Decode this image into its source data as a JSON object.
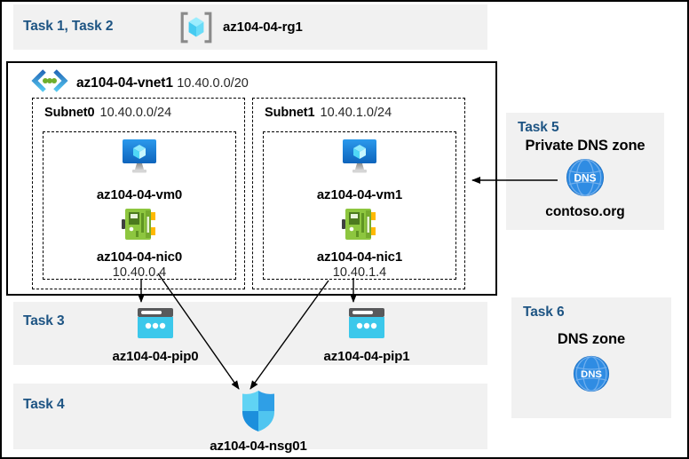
{
  "page": {
    "accent_blue": "#1d5483",
    "panel_gray": "#f1f1f1",
    "border_color": "#000000"
  },
  "header": {
    "task_label": "Task 1, Task 2",
    "resource_group": {
      "name": "az104-04-rg1",
      "icon": "resource-group-icon"
    }
  },
  "vnet": {
    "name": "az104-04-vnet1",
    "cidr": "10.40.0.0/20",
    "icon": "virtual-network-icon",
    "subnets": [
      {
        "name": "Subnet0",
        "cidr": "10.40.0.0/24",
        "vm": {
          "name": "az104-04-vm0",
          "icon": "virtual-machine-icon"
        },
        "nic": {
          "name": "az104-04-nic0",
          "ip": "10.40.0.4",
          "icon": "network-interface-icon"
        }
      },
      {
        "name": "Subnet1",
        "cidr": "10.40.1.0/24",
        "vm": {
          "name": "az104-04-vm1",
          "icon": "virtual-machine-icon"
        },
        "nic": {
          "name": "az104-04-nic1",
          "ip": "10.40.1.4",
          "icon": "network-interface-icon"
        }
      }
    ]
  },
  "task3": {
    "task_label": "Task 3",
    "public_ips": [
      {
        "name": "az104-04-pip0",
        "icon": "public-ip-icon"
      },
      {
        "name": "az104-04-pip1",
        "icon": "public-ip-icon"
      }
    ]
  },
  "task4": {
    "task_label": "Task 4",
    "nsg": {
      "name": "az104-04-nsg01",
      "icon": "nsg-shield-icon"
    }
  },
  "task5": {
    "task_label": "Task 5",
    "title": "Private DNS zone",
    "zone_name": "contoso.org",
    "icon": "dns-zone-icon"
  },
  "task6": {
    "task_label": "Task 6",
    "title": "DNS zone",
    "icon": "dns-zone-icon"
  },
  "connections": [
    {
      "from": "az104-04-nic0",
      "to": "az104-04-pip0"
    },
    {
      "from": "az104-04-nic0",
      "to": "az104-04-nsg01"
    },
    {
      "from": "az104-04-nic1",
      "to": "az104-04-pip1"
    },
    {
      "from": "az104-04-nic1",
      "to": "az104-04-nsg01"
    },
    {
      "from": "contoso.org",
      "to": "Subnet1"
    }
  ]
}
